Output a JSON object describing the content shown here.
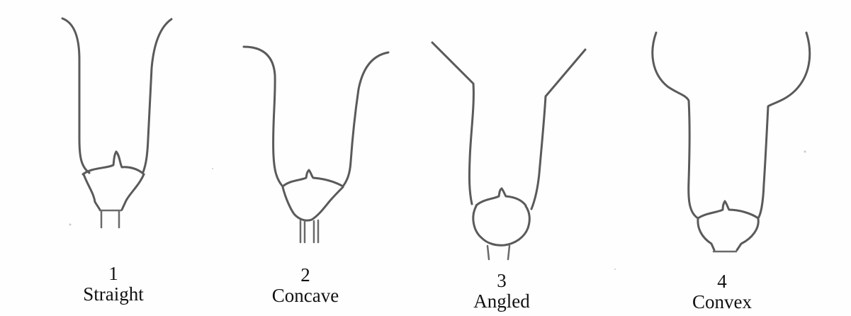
{
  "figure": {
    "items": [
      {
        "number": "1",
        "label": "Straight"
      },
      {
        "number": "2",
        "label": "Concave"
      },
      {
        "number": "3",
        "label": "Angled"
      },
      {
        "number": "4",
        "label": "Convex"
      }
    ]
  }
}
